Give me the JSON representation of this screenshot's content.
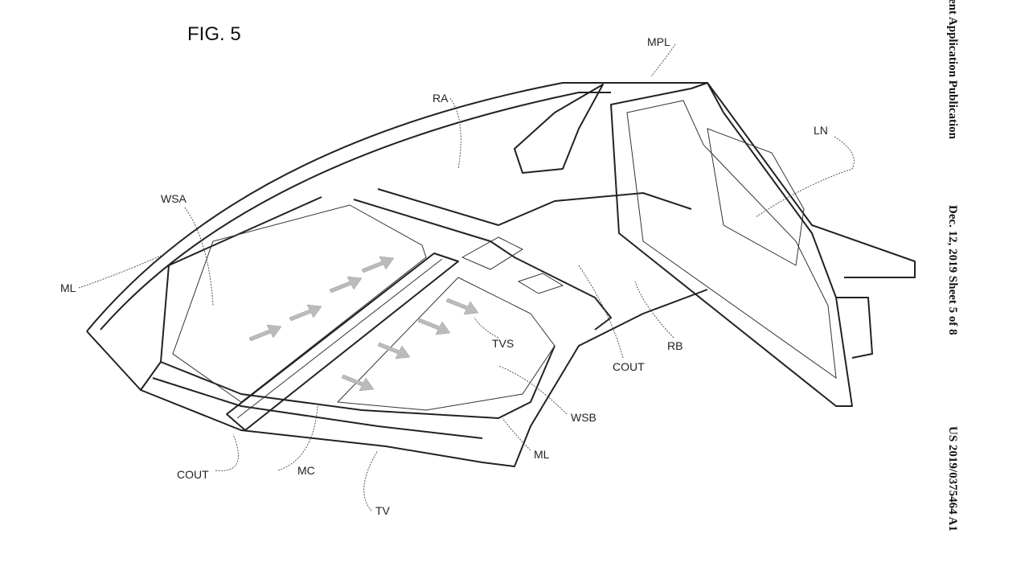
{
  "figure": {
    "title": "FIG. 5"
  },
  "labels": {
    "mpl": "MPL",
    "ra": "RA",
    "ln": "LN",
    "wsa": "WSA",
    "ml_left": "ML",
    "tvs": "TVS",
    "rb": "RB",
    "cout_right": "COUT",
    "wsb": "WSB",
    "ml_bottom": "ML",
    "cout_left": "COUT",
    "mc": "MC",
    "tv": "TV"
  },
  "header": {
    "publication": "ent Application Publication",
    "date_sheet": "Dec. 12, 2019  Sheet 5 of 8",
    "number": "US 2019/0375464 A1"
  }
}
